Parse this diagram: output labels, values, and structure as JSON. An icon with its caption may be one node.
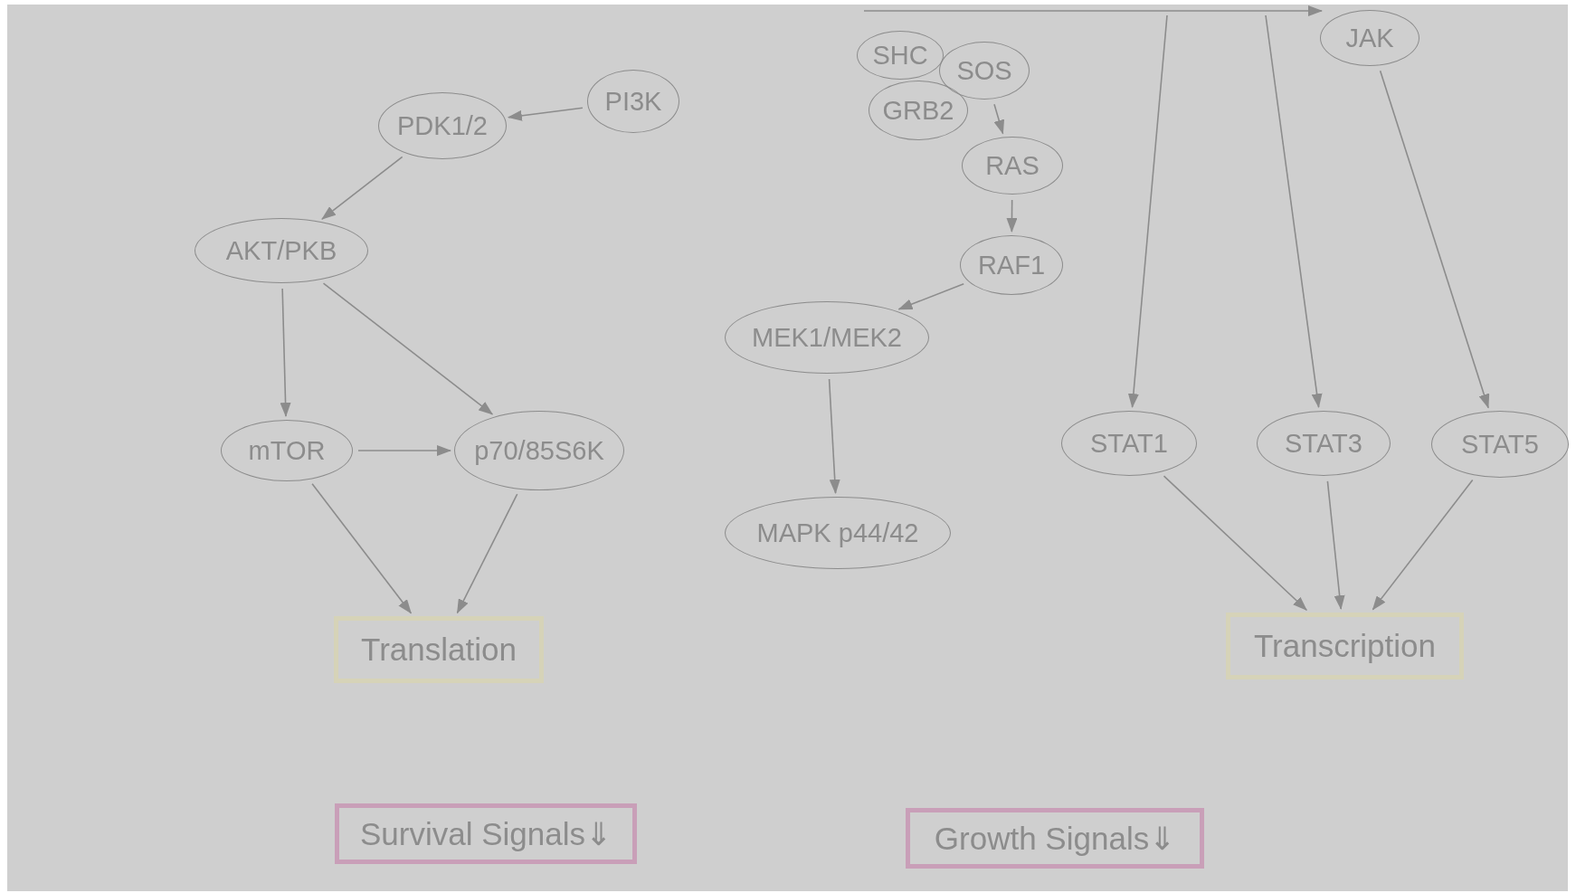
{
  "diagram": {
    "nodes": [
      {
        "text": [
          "PI3K"
        ]
      },
      {
        "text": [
          "PDK1/2"
        ]
      },
      {
        "text": [
          "AKT/PKB"
        ]
      },
      {
        "text": [
          "mTOR"
        ]
      },
      {
        "text": [
          "p70/85S6K"
        ]
      },
      {
        "text": [
          "Translation"
        ]
      },
      {
        "text": [
          "SHC"
        ]
      },
      {
        "text": [
          "SOS"
        ]
      },
      {
        "text": [
          "GRB2"
        ]
      },
      {
        "text": [
          "RAS"
        ]
      },
      {
        "text": [
          "RAF1"
        ]
      },
      {
        "text": [
          "MEK1/MEK2"
        ]
      },
      {
        "text": [
          "MAPK p44/42"
        ]
      },
      {
        "text": [
          "JAK"
        ]
      },
      {
        "text": [
          "STAT1"
        ]
      },
      {
        "text": [
          "STAT3"
        ]
      },
      {
        "text": [
          "STAT5"
        ]
      },
      {
        "text": [
          "Transcription"
        ]
      },
      {
        "text": [
          "Survival Signals⇓"
        ]
      },
      {
        "text": [
          "Growth Signals⇓"
        ]
      }
    ],
    "edges": [
      {
        "from": 0,
        "to": 1,
        "arrow": "to"
      },
      {
        "from": 1,
        "to": 2,
        "arrow": "to"
      },
      {
        "from": 2,
        "to": 3,
        "arrow": "to"
      },
      {
        "from": 2,
        "to": 4,
        "arrow": "to"
      },
      {
        "from": 3,
        "to": 4,
        "arrow": "to"
      },
      {
        "from": 3,
        "to": 5,
        "arrow": "to"
      },
      {
        "from": 4,
        "to": 5,
        "arrow": "to"
      },
      {
        "from": 7,
        "to": 9,
        "arrow": "to"
      },
      {
        "from": 9,
        "to": 10,
        "arrow": "to"
      },
      {
        "from": 10,
        "to": 11,
        "arrow": "to"
      },
      {
        "from": 11,
        "to": 12,
        "arrow": "to"
      },
      {
        "from": null,
        "to": 13,
        "arrow": "to"
      },
      {
        "from": null,
        "to": 14,
        "arrow": "to"
      },
      {
        "from": null,
        "to": 15,
        "arrow": "to"
      },
      {
        "from": 13,
        "to": 16,
        "arrow": "to"
      },
      {
        "from": 14,
        "to": 17,
        "arrow": "to"
      },
      {
        "from": 15,
        "to": 17,
        "arrow": "to"
      },
      {
        "from": 16,
        "to": 17,
        "arrow": "to"
      }
    ]
  }
}
